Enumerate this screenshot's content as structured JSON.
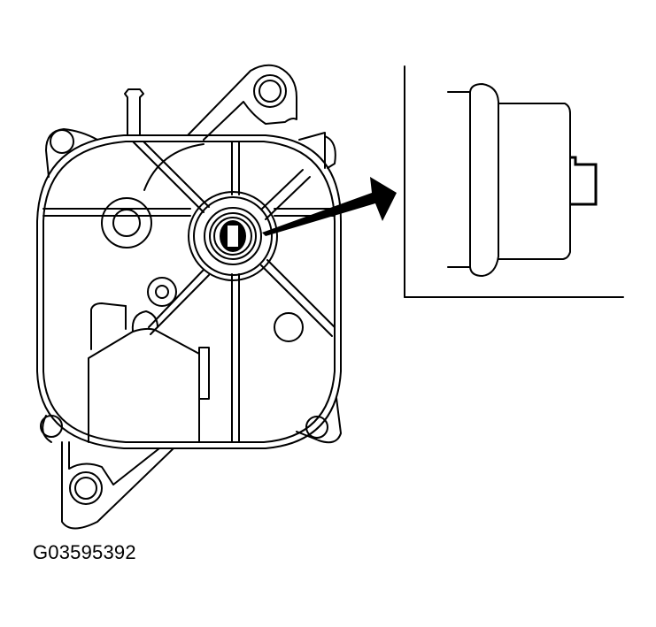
{
  "figure": {
    "id_label": "G03595392",
    "subject": "actuator-assembly",
    "callout": "shaft-detail-inset",
    "colors": {
      "line": "#000000",
      "background": "#ffffff"
    }
  }
}
